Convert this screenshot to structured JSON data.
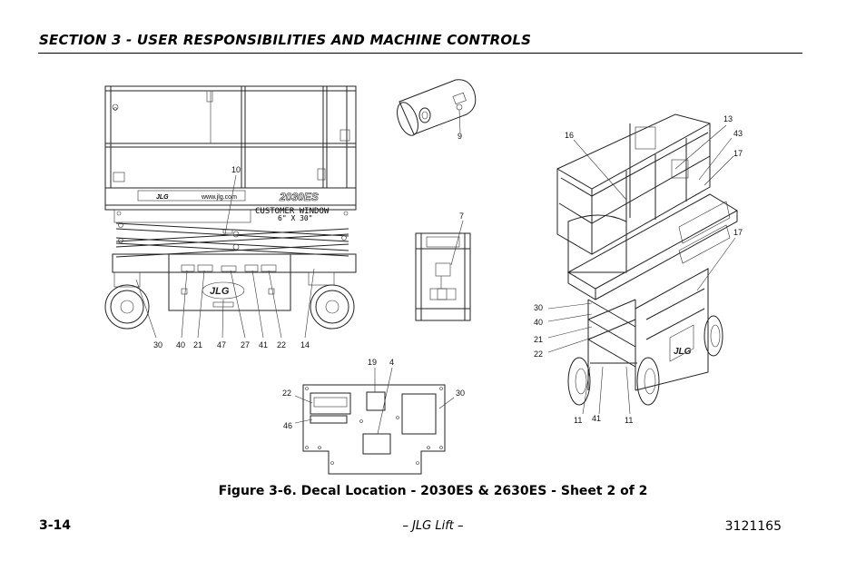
{
  "header": {
    "section_title": "SECTION 3 - USER RESPONSIBILITIES AND MACHINE CONTROLS"
  },
  "figure": {
    "caption": "Figure 3-6. Decal Location - 2030ES & 2630ES - Sheet 2 of 2",
    "side_view": {
      "rail_decal_brand": "JLG",
      "rail_decal_web": "www.jlg.com",
      "model_decal": "2030ES",
      "window_decal_line1": "CUSTOMER WINDOW",
      "window_decal_line2": "6\" X 30\"",
      "callouts": [
        "10",
        "30",
        "40",
        "21",
        "47",
        "27",
        "41",
        "22",
        "14"
      ]
    },
    "detail_9": {
      "callouts": [
        "9"
      ]
    },
    "front_view": {
      "callouts": [
        "7"
      ]
    },
    "base_view": {
      "callouts": [
        "19",
        "4",
        "22",
        "30",
        "46"
      ]
    },
    "iso_view": {
      "callouts": [
        "16",
        "13",
        "43",
        "17",
        "17",
        "30",
        "40",
        "21",
        "22",
        "11",
        "41",
        "11"
      ]
    }
  },
  "footer": {
    "page_number": "3-14",
    "center_text": "– JLG Lift –",
    "doc_number": "3121165"
  }
}
